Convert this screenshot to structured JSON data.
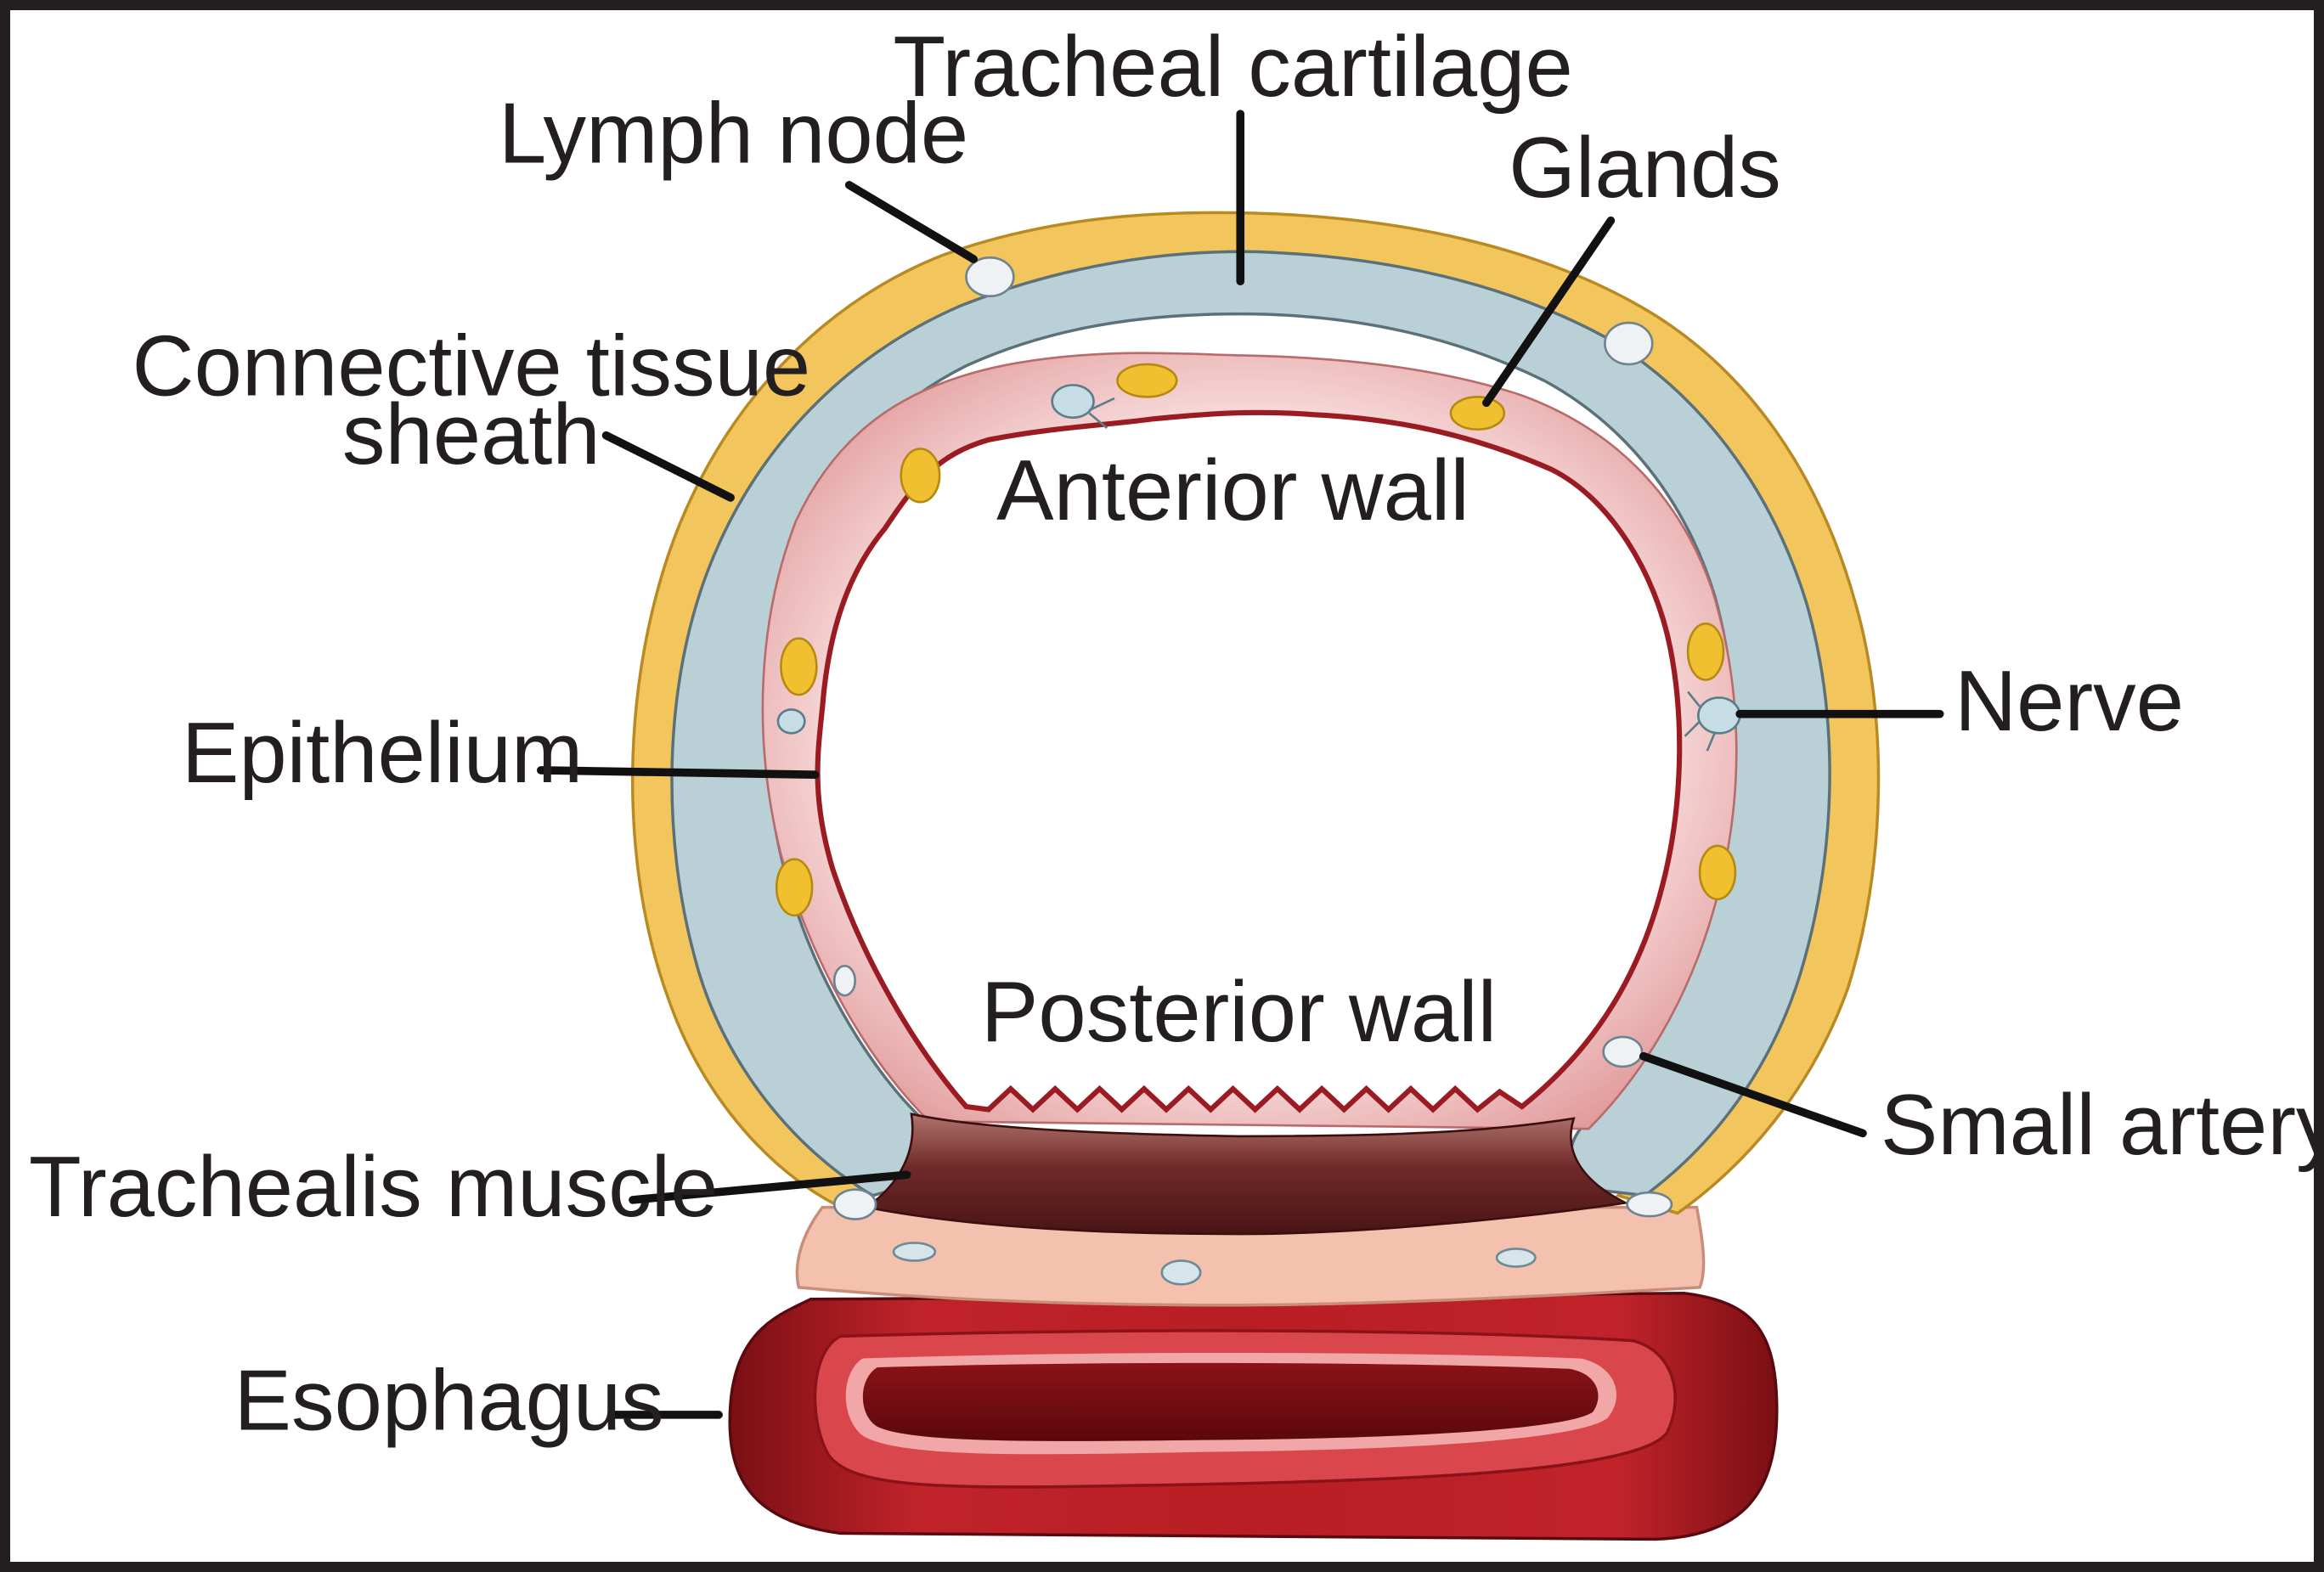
{
  "labels": {
    "tracheal_cartilage": "Tracheal cartilage",
    "lymph_node": "Lymph node",
    "glands": "Glands",
    "connective_tissue_sheath_line1": "Connective tissue",
    "connective_tissue_sheath_line2": "sheath",
    "anterior_wall": "Anterior wall",
    "nerve": "Nerve",
    "epithelium": "Epithelium",
    "posterior_wall": "Posterior wall",
    "small_artery": "Small artery",
    "trachealis_muscle": "Trachealis muscle",
    "esophagus": "Esophagus"
  },
  "colors": {
    "frame": "#231f20",
    "sheath": "#f2c65c",
    "cartilage": "#b9d1d6",
    "mucosa": "#ebb5b5",
    "epithelium_line": "#9b1b22",
    "gland": "#f0c030",
    "muscle": "#7a2e2c",
    "adventitia": "#f3c1ad",
    "esophagus": "#b81e24"
  }
}
